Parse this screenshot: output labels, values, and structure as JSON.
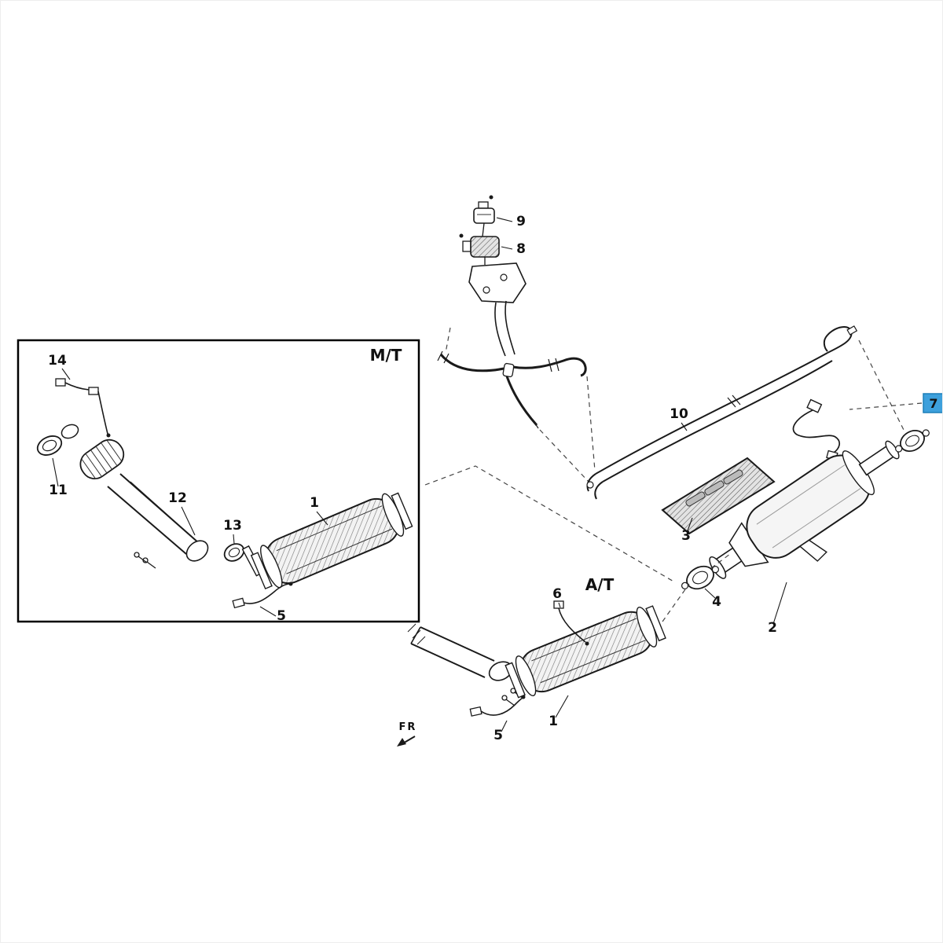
{
  "diagram": {
    "bg": "#ffffff",
    "line_color": "#1a1a1a",
    "highlight": {
      "label": "7",
      "bg": "#3da0dc",
      "border": "#1d7fb8",
      "text_color": "#ffffff"
    },
    "sections": {
      "mt": "M/T",
      "at": "A/T",
      "fr": "FR"
    },
    "callouts": {
      "c1mt": "1",
      "c1at": "1",
      "c2": "2",
      "c3": "3",
      "c4": "4",
      "c5mt": "5",
      "c5at": "5",
      "c6": "6",
      "c7": "7",
      "c8": "8",
      "c9": "9",
      "c10": "10",
      "c11": "11",
      "c12": "12",
      "c13": "13",
      "c14": "14"
    }
  }
}
